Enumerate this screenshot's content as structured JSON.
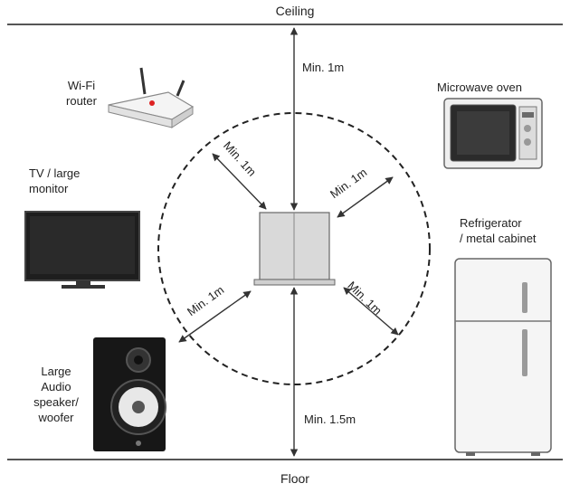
{
  "labels": {
    "ceiling": "Ceiling",
    "floor": "Floor",
    "wifi_router": "Wi-Fi\nrouter",
    "tv_monitor": "TV / large\nmonitor",
    "speaker": "Large\nAudio\nspeaker/\nwoofer",
    "microwave": "Microwave oven",
    "refrigerator": "Refrigerator\n/ metal cabinet"
  },
  "distances": {
    "up": "Min. 1m",
    "down": "Min. 1.5m",
    "upper_left": "Min. 1m",
    "upper_right": "Min. 1m",
    "lower_left": "Min. 1m",
    "lower_right": "Min. 1m"
  },
  "icons": {
    "device": "device-box-icon",
    "router": "wifi-router-icon",
    "tv": "tv-monitor-icon",
    "speaker": "speaker-icon",
    "microwave": "microwave-icon",
    "fridge": "refrigerator-icon"
  }
}
